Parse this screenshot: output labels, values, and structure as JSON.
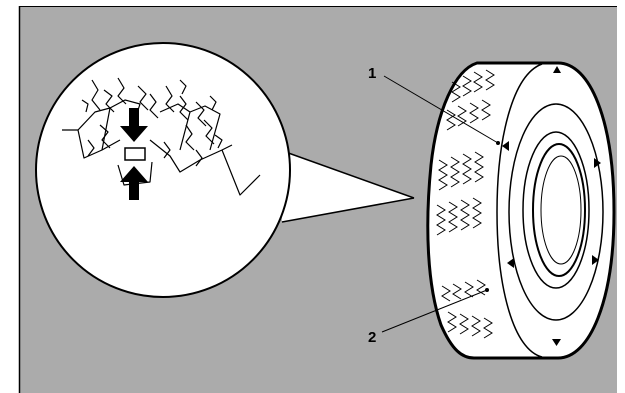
{
  "figure": {
    "background_color": "#ababab",
    "tire_fill": "#ffffff",
    "line_color": "#000000",
    "callouts": [
      {
        "label": "1",
        "target": "tread-wear-indicator-marker"
      },
      {
        "label": "2",
        "target": "tread-wear-indicator-bar"
      }
    ],
    "elements": [
      "tire",
      "tread-pattern",
      "wear-indicator-triangles",
      "magnified-tread-detail",
      "indicator-arrows"
    ]
  }
}
